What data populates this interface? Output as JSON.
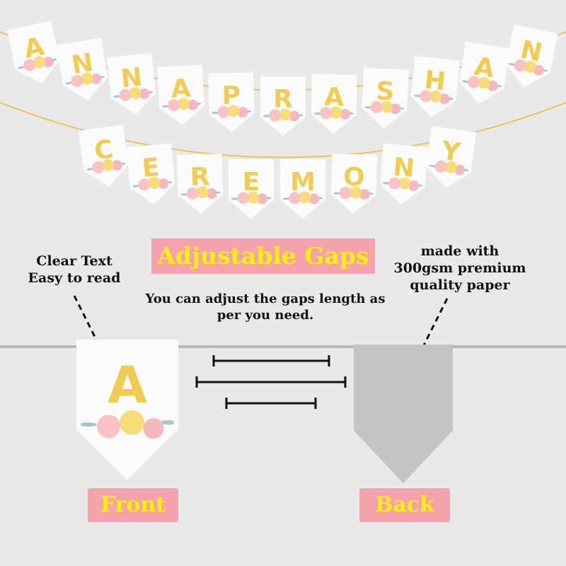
{
  "banner": {
    "row1_letters": [
      "A",
      "N",
      "N",
      "A",
      "P",
      "R",
      "A",
      "S",
      "H",
      "A",
      "N"
    ],
    "row2_letters": [
      "C",
      "E",
      "R",
      "E",
      "M",
      "O",
      "N",
      "Y"
    ]
  },
  "gaps": {
    "title": "Adjustable Gaps",
    "note": "You can adjust the gaps length as per you need."
  },
  "clear_text": {
    "line1": "Clear Text",
    "line2": "Easy to read"
  },
  "paper": {
    "line1": "made with",
    "line2": "300gsm premium",
    "line3": "quality paper"
  },
  "sample": {
    "letter": "A",
    "front_label": "Front",
    "back_label": "Back"
  },
  "colors": {
    "letter": "#f0cc55",
    "label_bg": "#f4a2ad",
    "label_text": "#fff200",
    "string": "#e8c65a",
    "back_card": "#c4c4c4"
  }
}
